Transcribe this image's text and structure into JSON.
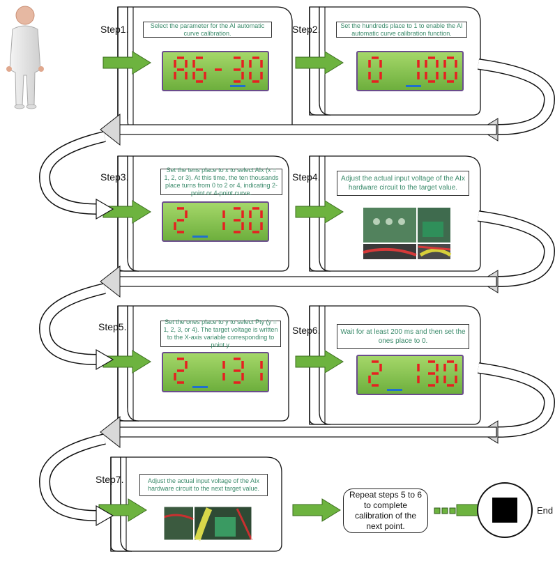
{
  "steps": [
    {
      "label": "Step1.",
      "note": "Select the parameter for the AI automatic curve calibration.",
      "display": "A6-30",
      "digits": [
        "A",
        "6",
        "-",
        "3",
        "0"
      ]
    },
    {
      "label": "Step2.",
      "note": "Set the hundreds place to 1 to enable the AI automatic curve calibration function.",
      "display": "0100",
      "digits": [
        "0",
        "",
        "1",
        "0",
        "0"
      ]
    },
    {
      "label": "Step3.",
      "note": "Set the tens place to x to select AIx (x = 1, 2, or 3). At this time, the ten thousands place turns from 0 to 2 or 4, indicating 2-point or 4-point curve.",
      "display": "2130",
      "digits": [
        "2",
        "",
        "1",
        "3",
        "0"
      ]
    },
    {
      "label": "Step4.",
      "note": "Adjust the actual input voltage of the AIx hardware circuit to the target value."
    },
    {
      "label": "Step5.",
      "note": "Set the ones place to y to select Pty (y = 1, 2, 3, or 4). The target voltage is written to the X-axis variable corresponding to point y.",
      "display": "2131",
      "digits": [
        "2",
        "",
        "1",
        "3",
        "1"
      ]
    },
    {
      "label": "Step6.",
      "note": "Wait for at least 200 ms and then set the ones place to 0.",
      "display": "2130",
      "digits": [
        "2",
        "",
        "1",
        "3",
        "0"
      ]
    },
    {
      "label": "Step7.",
      "note": "Adjust the actual input voltage of the AIx hardware circuit to the next target value."
    }
  ],
  "repeat_text": "Repeat steps 5 to 6 to complete calibration of the next point.",
  "end_label": "End",
  "colors": {
    "arrow_green": "#6db33f",
    "lcd_green": "#7ebf4a",
    "segment_red": "#e62020",
    "cursor_blue": "#1f6fcf",
    "note_text": "#3a8a6a",
    "return_arrow": "#d9d9d9"
  }
}
